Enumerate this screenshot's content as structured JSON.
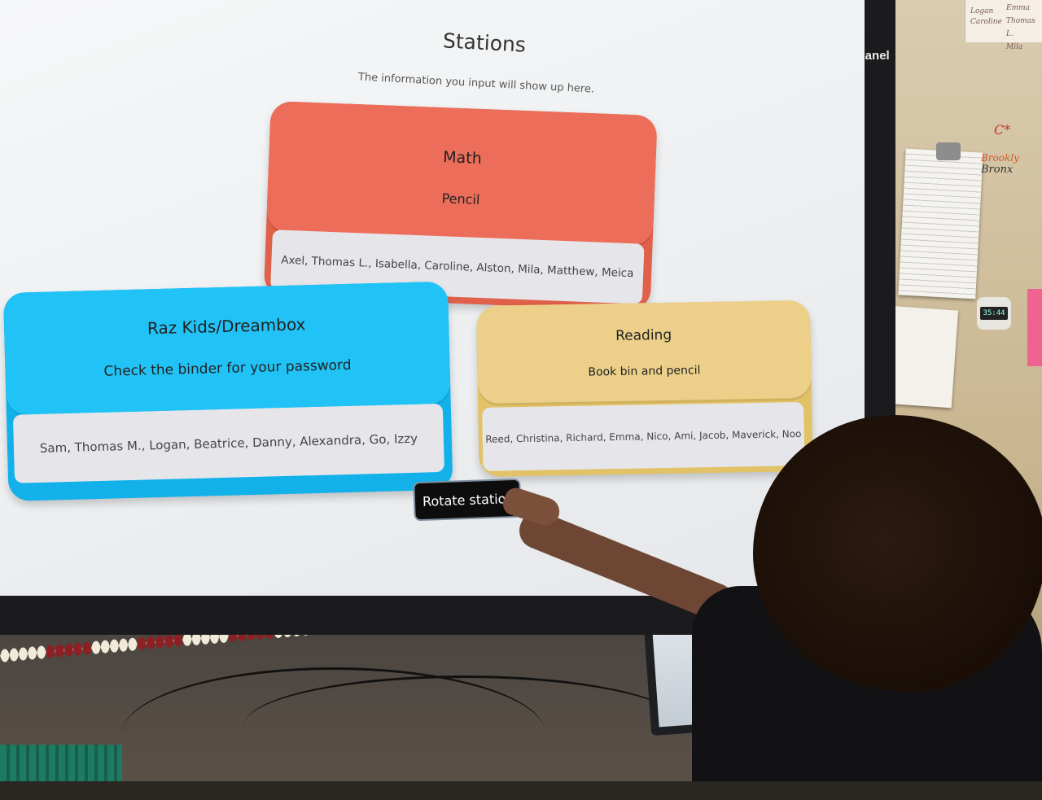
{
  "screen": {
    "brand": "ActivPanel",
    "title": "Stations",
    "subtitle": "The information you input will show up here.",
    "button_label": "Rotate station"
  },
  "stations": [
    {
      "name": "Math",
      "item": "Pencil",
      "students": "Axel, Thomas L., Isabella, Caroline, Alston, Mila, Matthew, Meica",
      "color": "#ec6e5a"
    },
    {
      "name": "Raz Kids/Dreambox",
      "item": "Check the binder for your password",
      "students": "Sam, Thomas M., Logan, Beatrice, Danny, Alexandra, Go, Izzy",
      "color": "#21c3f6"
    },
    {
      "name": "Reading",
      "item": "Book bin and pencil",
      "students": "Reed, Christina, Richard, Emma, Nico, Ami, Jacob, Maverick, Noo",
      "color": "#ecd08a"
    }
  ],
  "wall": {
    "note_names_left": [
      "Logan",
      "Caroline"
    ],
    "note_names_right": [
      "Emma",
      "Thomas L.",
      "Mila"
    ],
    "handwriting": [
      "C*",
      "Brookly",
      "Bronx"
    ],
    "timer": "35:44"
  }
}
